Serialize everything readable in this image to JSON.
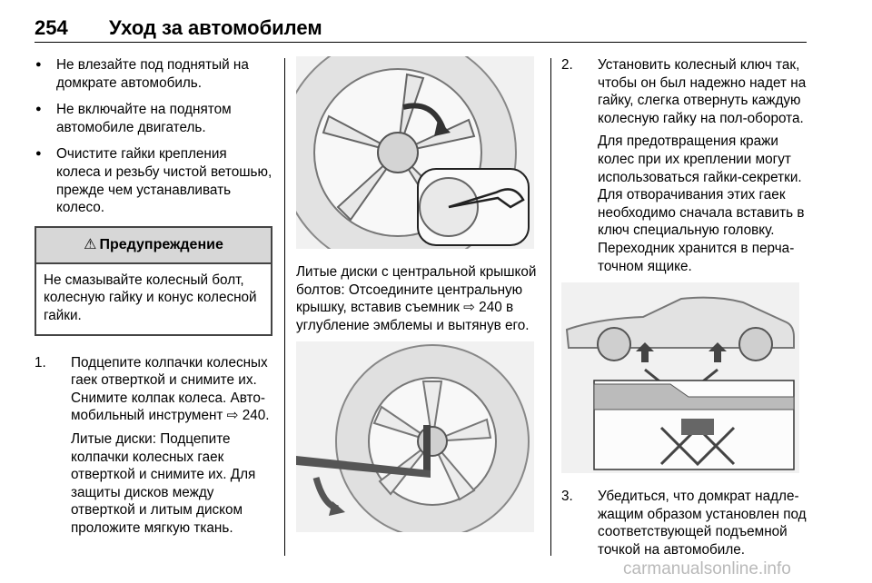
{
  "header": {
    "page_number": "254",
    "title": "Уход за автомобилем"
  },
  "col1": {
    "bullets": [
      "Не влезайте под поднятый на домкрате автомобиль.",
      "Не включайте на поднятом автомобиле двигатель.",
      "Очистите гайки крепления колеса и резьбу чистой ветошью, прежде чем устана­вливать колесо."
    ],
    "warning": {
      "sign": "⚠",
      "heading": "Предупреждение",
      "body": "Не смазывайте колесный болт, колесную гайку и конус колес­ной гайки."
    },
    "step1": {
      "number": "1.",
      "text_a": "Подцепите колпачки колесных гаек отверткой и снимите их. Снимите колпак колеса. Авто­мобильный инструмент ",
      "ref_arrow": "⇨",
      "text_b": " 240.",
      "text_c": "Литые диски: Подцепите колпачки колесных гаек отверт­кой и снимите их. Для защиты дисков между отверткой и литым диском проложите мягкую ткань."
    }
  },
  "col2": {
    "caption_a": "Литые диски с центральной крышкой болтов: Отсоедините центральную крышку, вставив съемник ",
    "ref_arrow": "⇨",
    "caption_b": " 240 в углубление эмблемы и вытянув его."
  },
  "col3": {
    "step2": {
      "number": "2.",
      "text": "Установить колесный ключ так, чтобы он был надежно надет на гайку, слегка отвернуть каждую колесную гайку на пол-оборота.",
      "extra": "Для предотвращения кражи колес при их креплении могут использоваться гайки-секретки. Для отворачивания этих гаек необходимо сначала вставить в ключ специальную головку. Переходник хранится в перча­точном ящике."
    },
    "step3": {
      "number": "3.",
      "text": "Убедиться, что домкрат надле­жащим образом установлен под соответствующей подъем­ной точкой на автомобиле."
    }
  },
  "watermark": "carmanualsonline.info"
}
